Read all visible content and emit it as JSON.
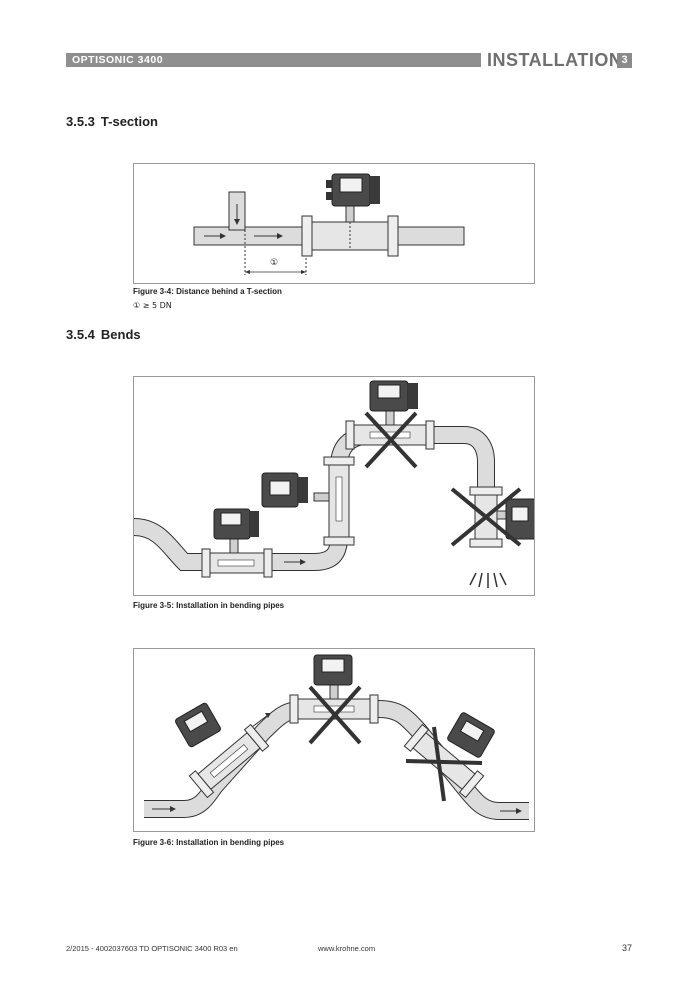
{
  "header": {
    "product": "OPTISONIC 3400",
    "section": "INSTALLATION",
    "section_number": "3"
  },
  "sections": [
    {
      "number": "3.5.3",
      "title": "T-section"
    },
    {
      "number": "3.5.4",
      "title": "Bends"
    }
  ],
  "figures": [
    {
      "caption": "Figure 3-4: Distance behind a T-section",
      "callout": "①",
      "legend": "① ≥ 5 DN"
    },
    {
      "caption": "Figure 3-5: Installation in bending pipes"
    },
    {
      "caption": "Figure 3-6: Installation in bending pipes"
    }
  ],
  "footer": {
    "left": "2/2015 - 4002037603 TD OPTISONIC 3400 R03 en",
    "center": "www.krohne.com",
    "page": "37"
  },
  "colors": {
    "header_bar": "#8f8f8f",
    "ink": "#222222",
    "pipe": "#d8d8d8",
    "cross": "#333333"
  }
}
